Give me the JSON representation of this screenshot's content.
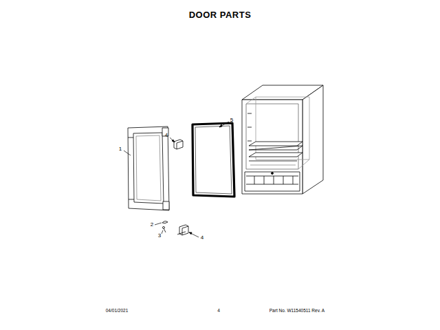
{
  "diagram": {
    "title": "DOOR PARTS",
    "labels": [
      "1",
      "4",
      "5",
      "2",
      "3",
      "4",
      "04/01/2021",
      "4",
      "Part No. W11540511 Rev. A"
    ]
  }
}
